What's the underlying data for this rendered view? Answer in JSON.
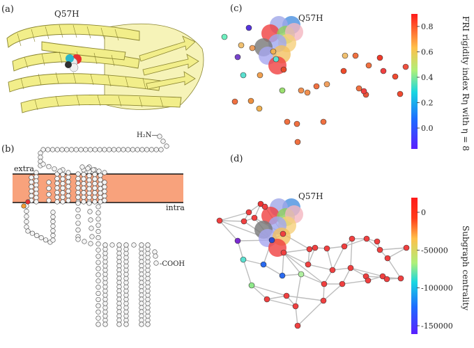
{
  "panels": {
    "a": {
      "label": "(a)",
      "mutation": "Q57H"
    },
    "b": {
      "label": "(b)",
      "extra": "extra",
      "intra": "intra",
      "n_terminus": "H₂N—",
      "c_terminus": "-COOH"
    },
    "c": {
      "label": "(c)",
      "mutation": "Q57H",
      "colorbar_title": "FRI rigidity index Rη with η = 8",
      "ticks": [
        "0.8",
        "0.6",
        "0.4",
        "0.2",
        "0.0"
      ]
    },
    "d": {
      "label": "(d)",
      "mutation": "Q57H",
      "colorbar_title": "Subgraph centrality",
      "ticks": [
        "0",
        "-50000",
        "-100000",
        "-150000"
      ]
    }
  },
  "colors": {
    "membrane": "#f8a27c",
    "helix": "#f2ee8a",
    "helix_edge": "#8a8530",
    "edge": "#bdbdbd"
  },
  "icons": [
    "ribbon-structure",
    "topology-bead",
    "residue-dot"
  ]
}
